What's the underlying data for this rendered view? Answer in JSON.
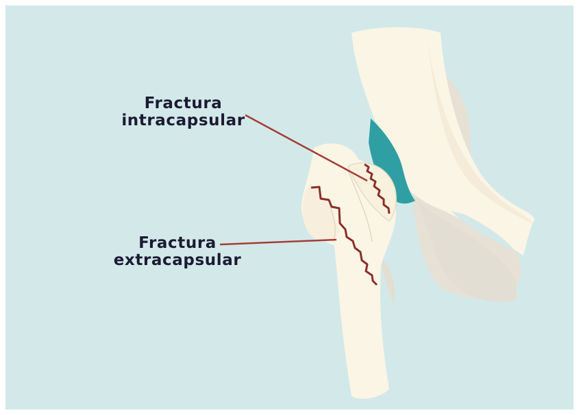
{
  "labels": {
    "intracapsular": {
      "line1": "Fractura",
      "line2": "intracapsular"
    },
    "extracapsular": {
      "line1": "Fractura",
      "line2": "extracapsular"
    }
  },
  "colors": {
    "background": "#d3e9e9",
    "bone": "#fbf5e6",
    "bone_shadow": "#e6e1d4",
    "cartilage": "#2f9fa3",
    "fracture": "#8a2f2b",
    "text": "#1b1b33"
  }
}
